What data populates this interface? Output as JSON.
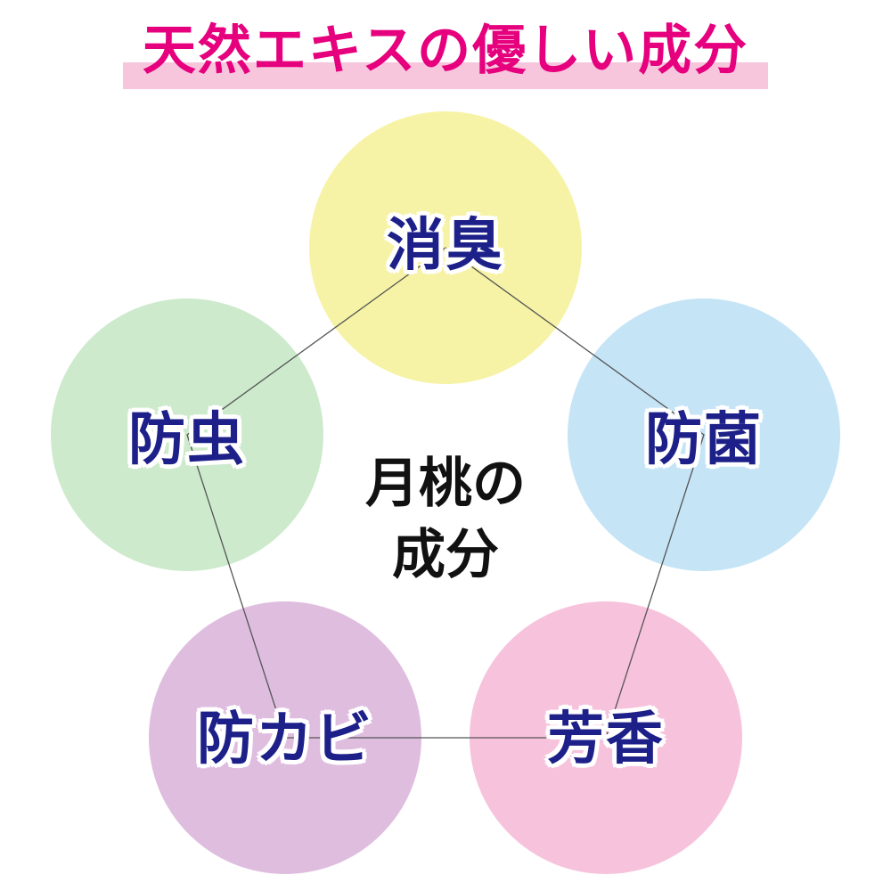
{
  "title": "天然エキスの優しい成分",
  "center": {
    "line1": "月桃の",
    "line2": "成分"
  },
  "nodes": [
    {
      "id": "deodorize",
      "label": "消臭",
      "color": "#f6f29c"
    },
    {
      "id": "antibacterial",
      "label": "防菌",
      "color": "#bfe1f5"
    },
    {
      "id": "fragrance",
      "label": "芳香",
      "color": "#f6bbd8"
    },
    {
      "id": "antimold",
      "label": "防カビ",
      "color": "#dbb6dc"
    },
    {
      "id": "insect-repellent",
      "label": "防虫",
      "color": "#c8e8c6"
    }
  ],
  "colors": {
    "title": "#e6007e",
    "title_band": "#f7c6dc",
    "node_text": "#1d2088",
    "center_text": "#111111",
    "connector": "#555555"
  }
}
